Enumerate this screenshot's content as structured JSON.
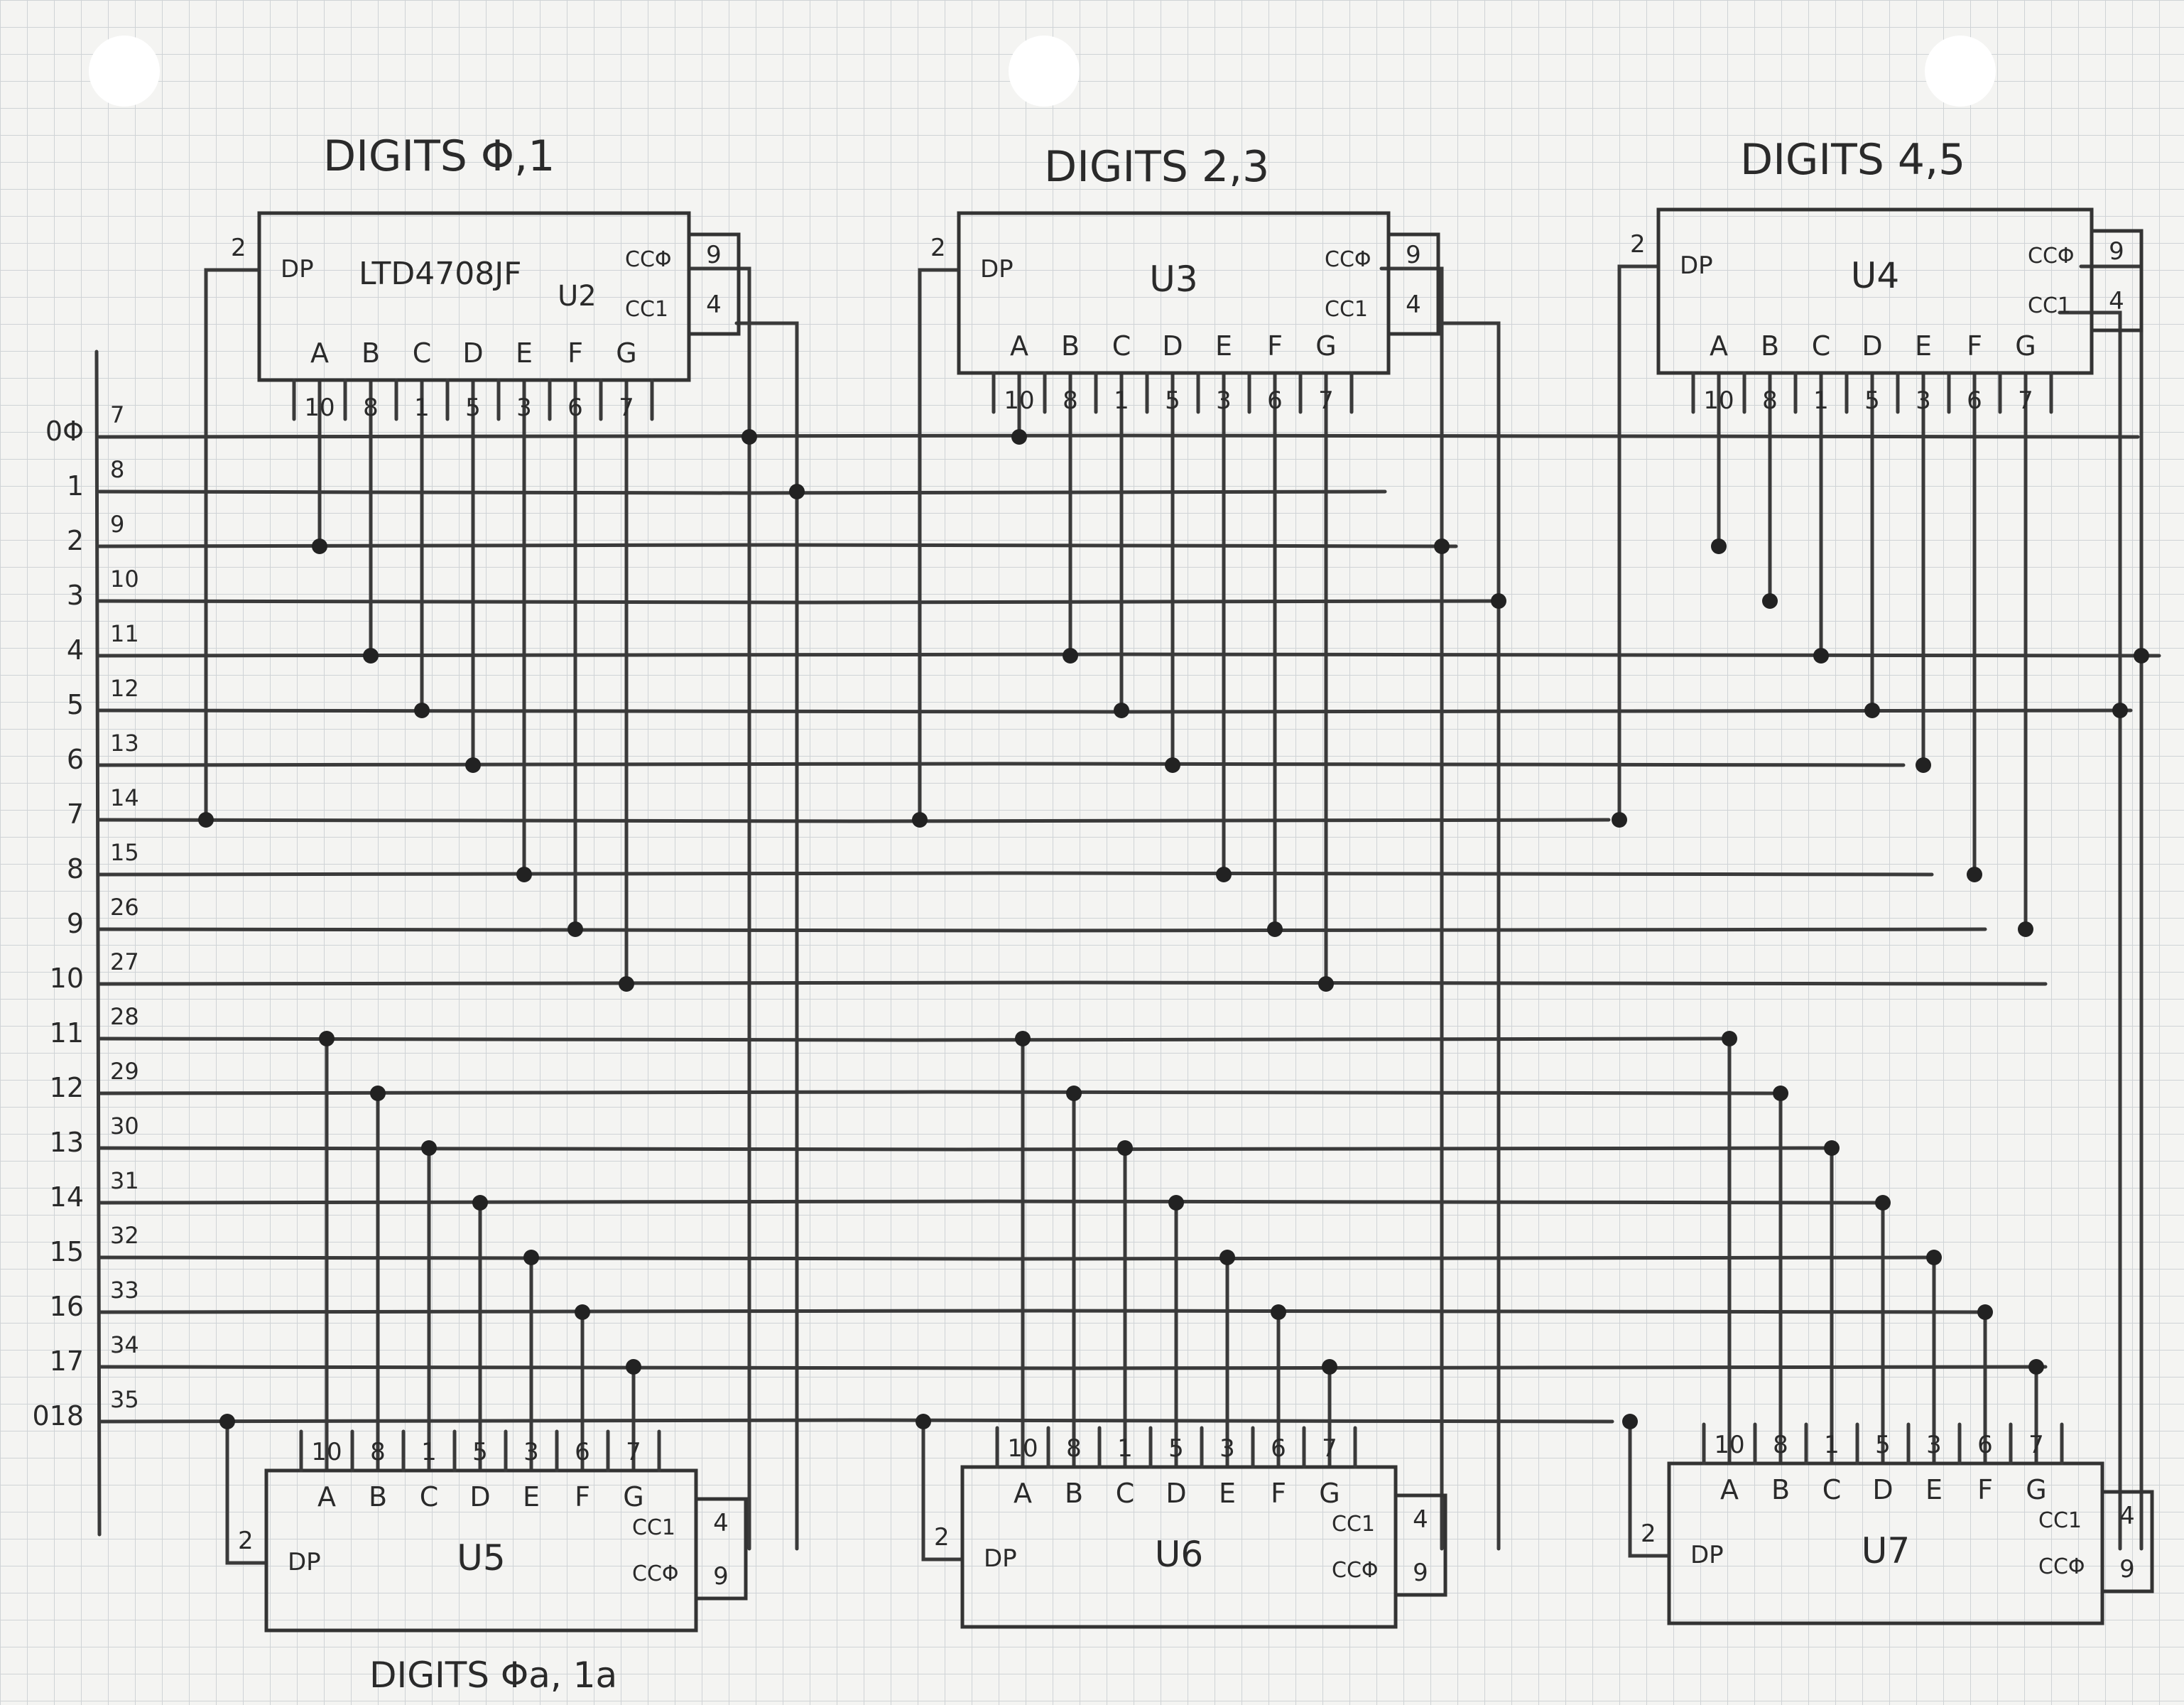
{
  "colors": {
    "paper": "#f4f4f2",
    "grid": "#cfd3d6",
    "ink": "#3a3a3a",
    "hole": "#ffffff"
  },
  "titles": {
    "u2": "DIGITS Φ,1",
    "u3": "DIGITS 2,3",
    "u4": "DIGITS 4,5",
    "bottom": "DIGITS Φa, 1a"
  },
  "chips": [
    {
      "id": "U2",
      "name": "LTD4708JF",
      "ref": "U2",
      "dp_pin": "2",
      "dp_label": "DP",
      "cc0_label": "CCΦ",
      "cc0_pin": "9",
      "cc1_label": "CC1",
      "cc1_pin": "4"
    },
    {
      "id": "U3",
      "name": "",
      "ref": "U3",
      "dp_pin": "2",
      "dp_label": "DP",
      "cc0_label": "CCΦ",
      "cc0_pin": "9",
      "cc1_label": "CC1",
      "cc1_pin": "4"
    },
    {
      "id": "U4",
      "name": "",
      "ref": "U4",
      "dp_pin": "2",
      "dp_label": "DP",
      "cc0_label": "CCΦ",
      "cc0_pin": "9",
      "cc1_label": "CC1",
      "cc1_pin": "4"
    },
    {
      "id": "U5",
      "name": "",
      "ref": "U5",
      "dp_pin": "2",
      "dp_label": "DP",
      "cc0_label": "CCΦ",
      "cc0_pin": "9",
      "cc1_label": "CC1",
      "cc1_pin": "4"
    },
    {
      "id": "U6",
      "name": "",
      "ref": "U6",
      "dp_pin": "2",
      "dp_label": "DP",
      "cc0_label": "CCΦ",
      "cc0_pin": "9",
      "cc1_label": "CC1",
      "cc1_pin": "4"
    },
    {
      "id": "U7",
      "name": "",
      "ref": "U7",
      "dp_pin": "2",
      "dp_label": "DP",
      "cc0_label": "CCΦ",
      "cc0_pin": "9",
      "cc1_label": "CC1",
      "cc1_pin": "4"
    }
  ],
  "segment_letters": [
    "A",
    "B",
    "C",
    "D",
    "E",
    "F",
    "G"
  ],
  "segment_pins": [
    "10",
    "8",
    "1",
    "5",
    "3",
    "6",
    "7"
  ],
  "rows": [
    {
      "net": "0Φ",
      "pin": "7"
    },
    {
      "net": "1",
      "pin": "8"
    },
    {
      "net": "2",
      "pin": "9"
    },
    {
      "net": "3",
      "pin": "10"
    },
    {
      "net": "4",
      "pin": "11"
    },
    {
      "net": "5",
      "pin": "12"
    },
    {
      "net": "6",
      "pin": "13"
    },
    {
      "net": "7",
      "pin": "14"
    },
    {
      "net": "8",
      "pin": "15"
    },
    {
      "net": "9",
      "pin": "26"
    },
    {
      "net": "10",
      "pin": "27"
    },
    {
      "net": "11",
      "pin": "28"
    },
    {
      "net": "12",
      "pin": "29"
    },
    {
      "net": "13",
      "pin": "30"
    },
    {
      "net": "14",
      "pin": "31"
    },
    {
      "net": "15",
      "pin": "32"
    },
    {
      "net": "16",
      "pin": "33"
    },
    {
      "net": "17",
      "pin": "34"
    },
    {
      "net": "018",
      "pin": "35"
    }
  ]
}
